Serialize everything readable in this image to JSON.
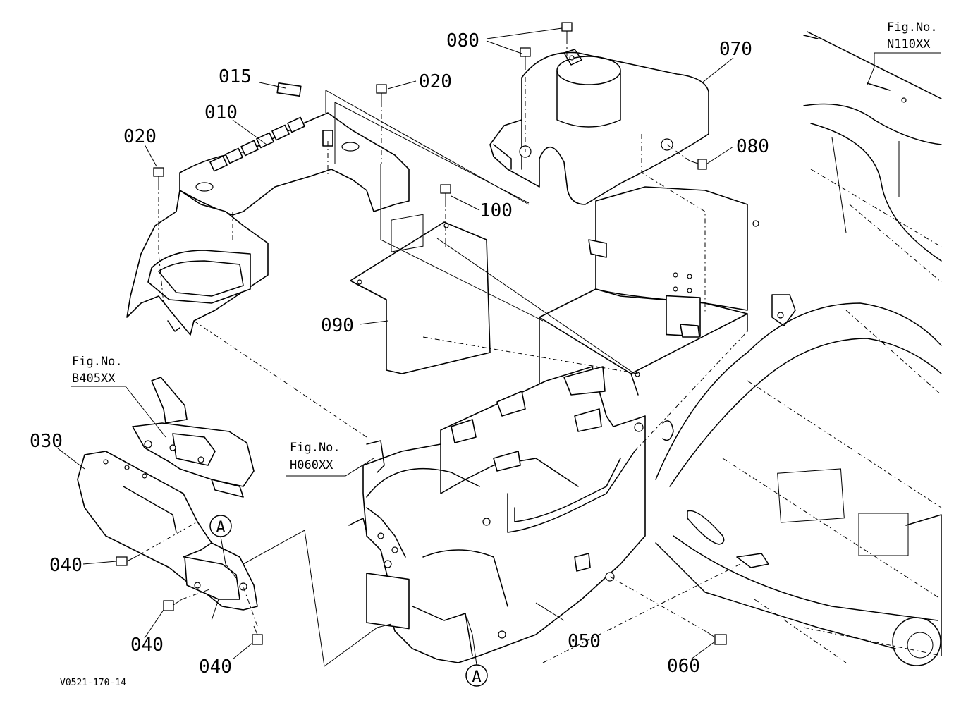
{
  "parts": {
    "p015": "015",
    "p010": "010",
    "p020_left": "020",
    "p020_top": "020",
    "p080_top": "080",
    "p070": "070",
    "p080_right": "080",
    "p100": "100",
    "p090": "090",
    "p030": "030",
    "p040_a": "040",
    "p040_b": "040",
    "p040_c": "040",
    "p050": "050",
    "p060": "060"
  },
  "figrefs": {
    "n110": {
      "line1": "Fig.No.",
      "line2": "N110XX"
    },
    "b405": {
      "line1": "Fig.No.",
      "line2": "B405XX"
    },
    "h060": {
      "line1": "Fig.No.",
      "line2": "H060XX"
    }
  },
  "markers": {
    "a_top": "A",
    "a_bottom": "A"
  },
  "drawing_code": "V0521-170-14"
}
